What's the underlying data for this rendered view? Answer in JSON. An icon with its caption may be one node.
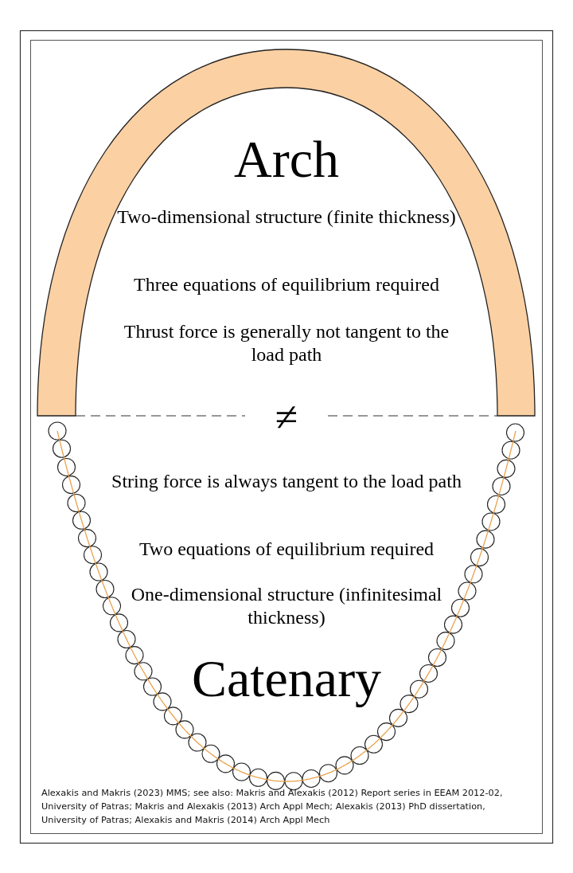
{
  "diagram": {
    "caption": "Alexakis and Makris (2023) MMS; see also: Makris and Alexakis (2012) Report series in EEAM 2012-02, University of Patras; Makris and Alexakis (2013) Arch Appl Mech; Alexakis (2013) PhD dissertation, University of Patras; Alexakis and Makris (2014) Arch Appl Mech",
    "labels": [
      "Arch",
      "Two-dimensional structure (finite thickness)",
      "Three equations of equilibrium required",
      "Thrust force is generally not tangent to the load path",
      "≠",
      "String force is always tangent to the load path",
      "Two equations of equilibrium required",
      "One-dimensional structure (infinitesimal thickness)",
      "Catenary"
    ]
  }
}
